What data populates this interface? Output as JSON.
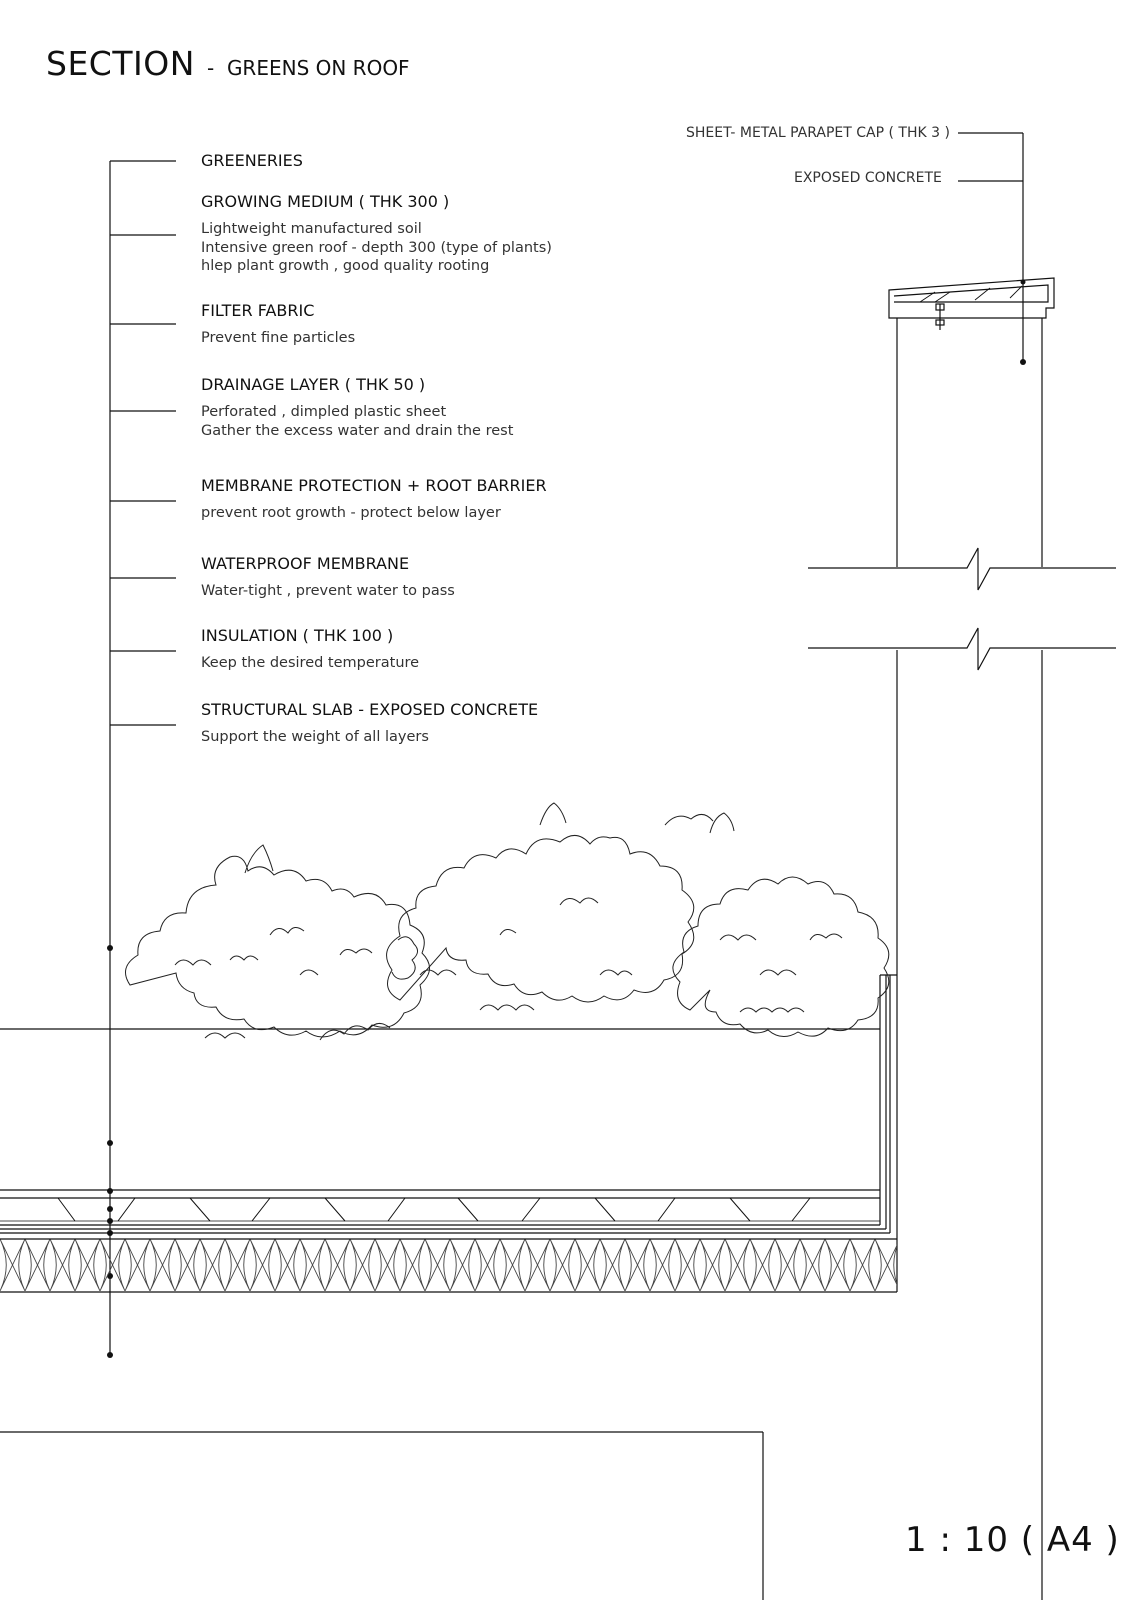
{
  "title": {
    "main": "SECTION",
    "dash": "-",
    "sub": "GREENS ON ROOF"
  },
  "layers": [
    {
      "heading": "GREENERIES",
      "lines": []
    },
    {
      "heading": "GROWING MEDIUM ( THK 300 )",
      "lines": [
        "Lightweight manufactured soil",
        "Intensive green roof - depth 300 (type of plants)",
        "hlep plant growth , good quality rooting"
      ]
    },
    {
      "heading": "FILTER FABRIC",
      "lines": [
        "Prevent fine particles"
      ]
    },
    {
      "heading": "DRAINAGE LAYER ( THK 50 )",
      "lines": [
        "Perforated , dimpled plastic sheet",
        "Gather the excess water and drain the rest"
      ]
    },
    {
      "heading": "MEMBRANE PROTECTION + ROOT BARRIER",
      "lines": [
        "prevent root growth - protect below layer"
      ]
    },
    {
      "heading": "WATERPROOF MEMBRANE",
      "lines": [
        "Water-tight , prevent water to pass"
      ]
    },
    {
      "heading": "INSULATION  ( THK 100 )",
      "lines": [
        "Keep the desired temperature"
      ]
    },
    {
      "heading": "STRUCTURAL SLAB - EXPOSED CONCRETE",
      "lines": [
        "Support the weight of all layers"
      ]
    }
  ],
  "callouts": {
    "parapet_cap": "SHEET- METAL PARAPET CAP ( THK 3 )",
    "exposed_concrete": "EXPOSED CONCRETE"
  },
  "scale": "1 : 10  ( A4 )"
}
